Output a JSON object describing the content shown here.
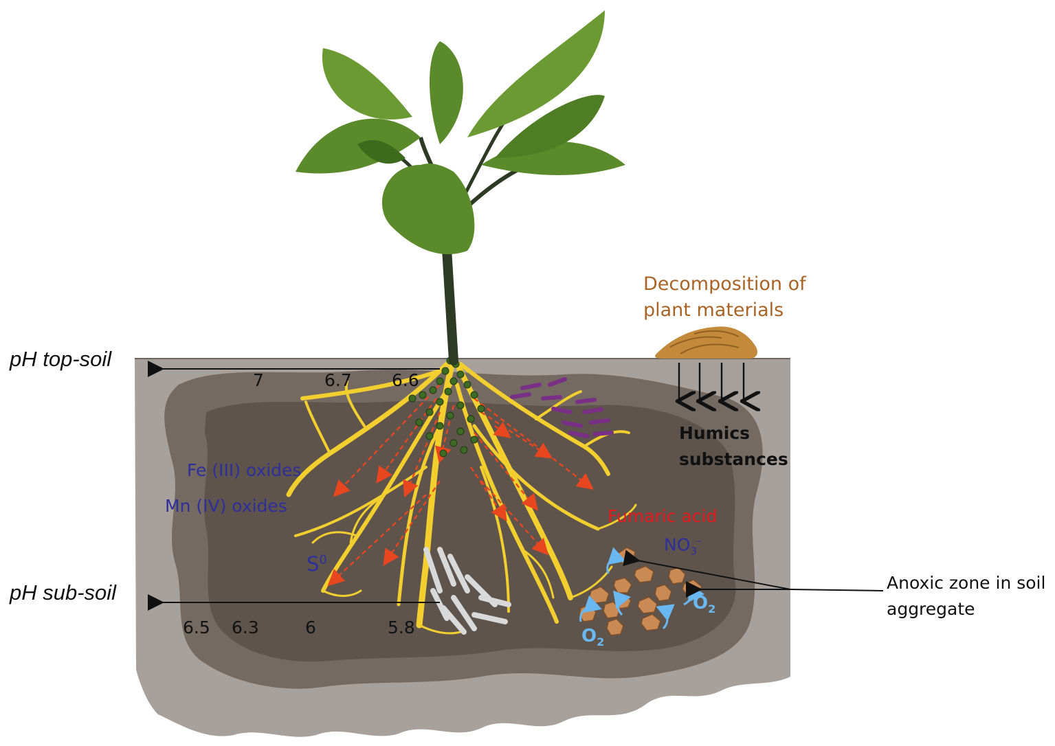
{
  "labels": {
    "ph_top": "pH top-soil",
    "ph_sub": "pH sub-soil",
    "decomposition": [
      "Decomposition of",
      "plant materials"
    ],
    "humics": [
      "Humics",
      "substances"
    ],
    "fe": "Fe (III) oxides",
    "mn": "Mn (IV) oxides",
    "fumaric": "Fumaric acid",
    "no3": "NO",
    "no3_sub": "3",
    "no3_sup": "-",
    "s0": "S",
    "s0_sup": "0",
    "anoxic": [
      "Anoxic zone in soil",
      "aggregate"
    ],
    "o2": "O",
    "o2_sub": "2"
  },
  "ph_top_values": [
    "7",
    "6.7",
    "6.6"
  ],
  "ph_sub_values": [
    "6.5",
    "6.3",
    "6",
    "5.8"
  ],
  "colors": {
    "soil_light": "#a8a09a",
    "soil_dark": "#5e544c",
    "root": "#f2cf2f",
    "leaf": "#5a8a2a",
    "stem": "#2e3b24",
    "exudate_arrow": "#e8461e",
    "bacteria_green": "#3d6b26",
    "bacteria_purple": "#7a2f86",
    "bacteria_white": "#d9d9d9",
    "aggregate": "#c98a54",
    "oxygen": "#6ab8f2",
    "litter": "#c48a3c"
  }
}
